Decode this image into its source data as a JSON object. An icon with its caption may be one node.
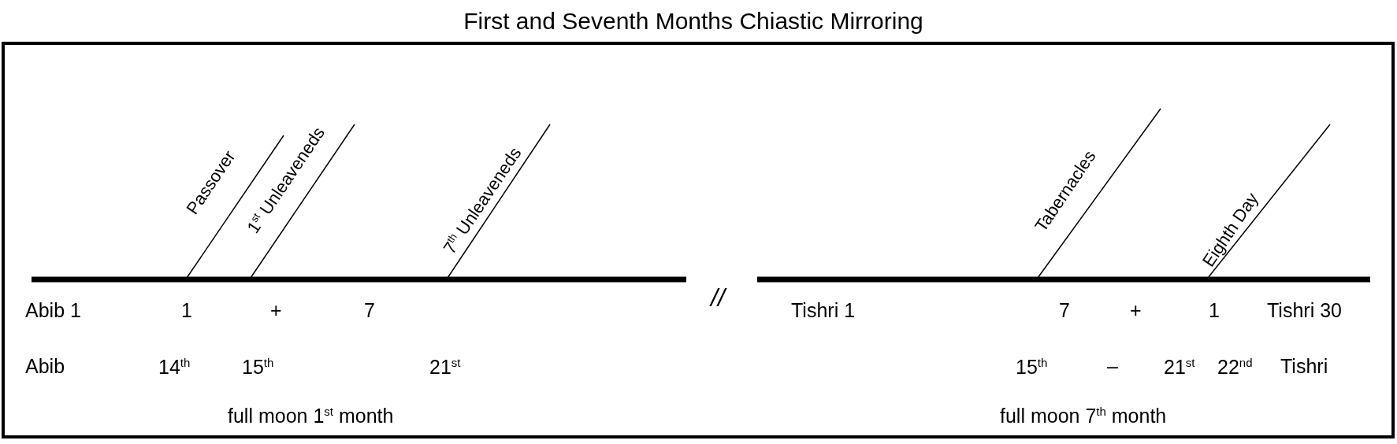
{
  "diagram": {
    "title": "First and Seventh Months Chiastic Mirroring",
    "nodes": [
      {
        "text": [
          "Passover"
        ]
      },
      {
        "text": [
          "1$^{st}$ Unleaveneds"
        ]
      },
      {
        "text": [
          "7$^{th}$ Unleaveneds"
        ]
      },
      {
        "text": [
          "Tabernacles"
        ]
      },
      {
        "text": [
          "Eighth Day"
        ]
      }
    ],
    "edges": [
      {
        "from": 0,
        "to": null,
        "arrow": "none"
      },
      {
        "from": 1,
        "to": null,
        "arrow": "none"
      },
      {
        "from": 2,
        "to": null,
        "arrow": "none"
      },
      {
        "from": 3,
        "to": null,
        "arrow": "none"
      },
      {
        "from": 4,
        "to": null,
        "arrow": "none"
      }
    ],
    "labels": [
      "Abib 1",
      "1",
      "+",
      "7",
      "//",
      "Tishri 1",
      "7",
      "+",
      "1",
      "Tishri 30",
      "Abib",
      "14$^{th}$",
      "15$^{th}$",
      "21$^{st}$",
      "15$^{th}$",
      "–",
      "21$^{st}$",
      "22$^{nd}$",
      "Tishri",
      "full moon 1$^{st}$ month",
      "full moon 7$^{th}$ month"
    ]
  }
}
